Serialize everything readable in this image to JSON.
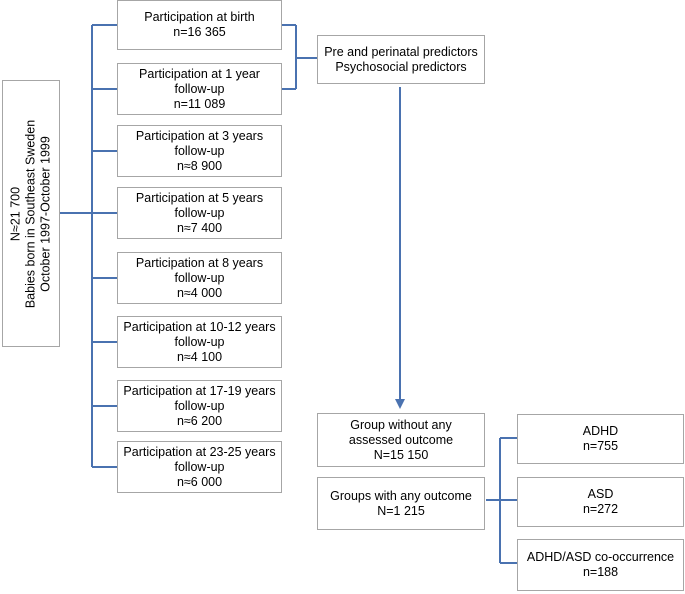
{
  "diagram": {
    "root": {
      "lines": [
        "N≈21 700",
        "Babies born in Southeast Sweden",
        "October 1997-October 1999"
      ]
    },
    "waves": [
      {
        "lines": [
          "Participation at birth",
          "n=16 365"
        ]
      },
      {
        "lines": [
          "Participation at 1 year",
          "follow-up",
          "n=11 089"
        ]
      },
      {
        "lines": [
          "Participation at 3 years",
          "follow-up",
          "n≈8 900"
        ]
      },
      {
        "lines": [
          "Participation at 5 years",
          "follow-up",
          "n≈7 400"
        ]
      },
      {
        "lines": [
          "Participation at 8 years",
          "follow-up",
          "n≈4 000"
        ]
      },
      {
        "lines": [
          "Participation at 10-12 years",
          "follow-up",
          "n≈4 100"
        ]
      },
      {
        "lines": [
          "Participation at 17-19 years",
          "follow-up",
          "n≈6 200"
        ]
      },
      {
        "lines": [
          "Participation at 23-25 years",
          "follow-up",
          "n≈6 000"
        ]
      }
    ],
    "predictors": {
      "lines": [
        "Pre and perinatal predictors",
        "Psychosocial predictors"
      ]
    },
    "groups": [
      {
        "lines": [
          "Group without any",
          "assessed outcome",
          "N=15 150"
        ]
      },
      {
        "lines": [
          "Groups with any outcome",
          "N=1 215"
        ]
      }
    ],
    "outcomes": [
      {
        "lines": [
          "ADHD",
          "n=755"
        ]
      },
      {
        "lines": [
          "ASD",
          "n=272"
        ]
      },
      {
        "lines": [
          "ADHD/ASD co-occurrence",
          "n=188"
        ]
      }
    ],
    "colors": {
      "connector": "#4a72b0",
      "box_border": "#a6a6a6"
    }
  }
}
